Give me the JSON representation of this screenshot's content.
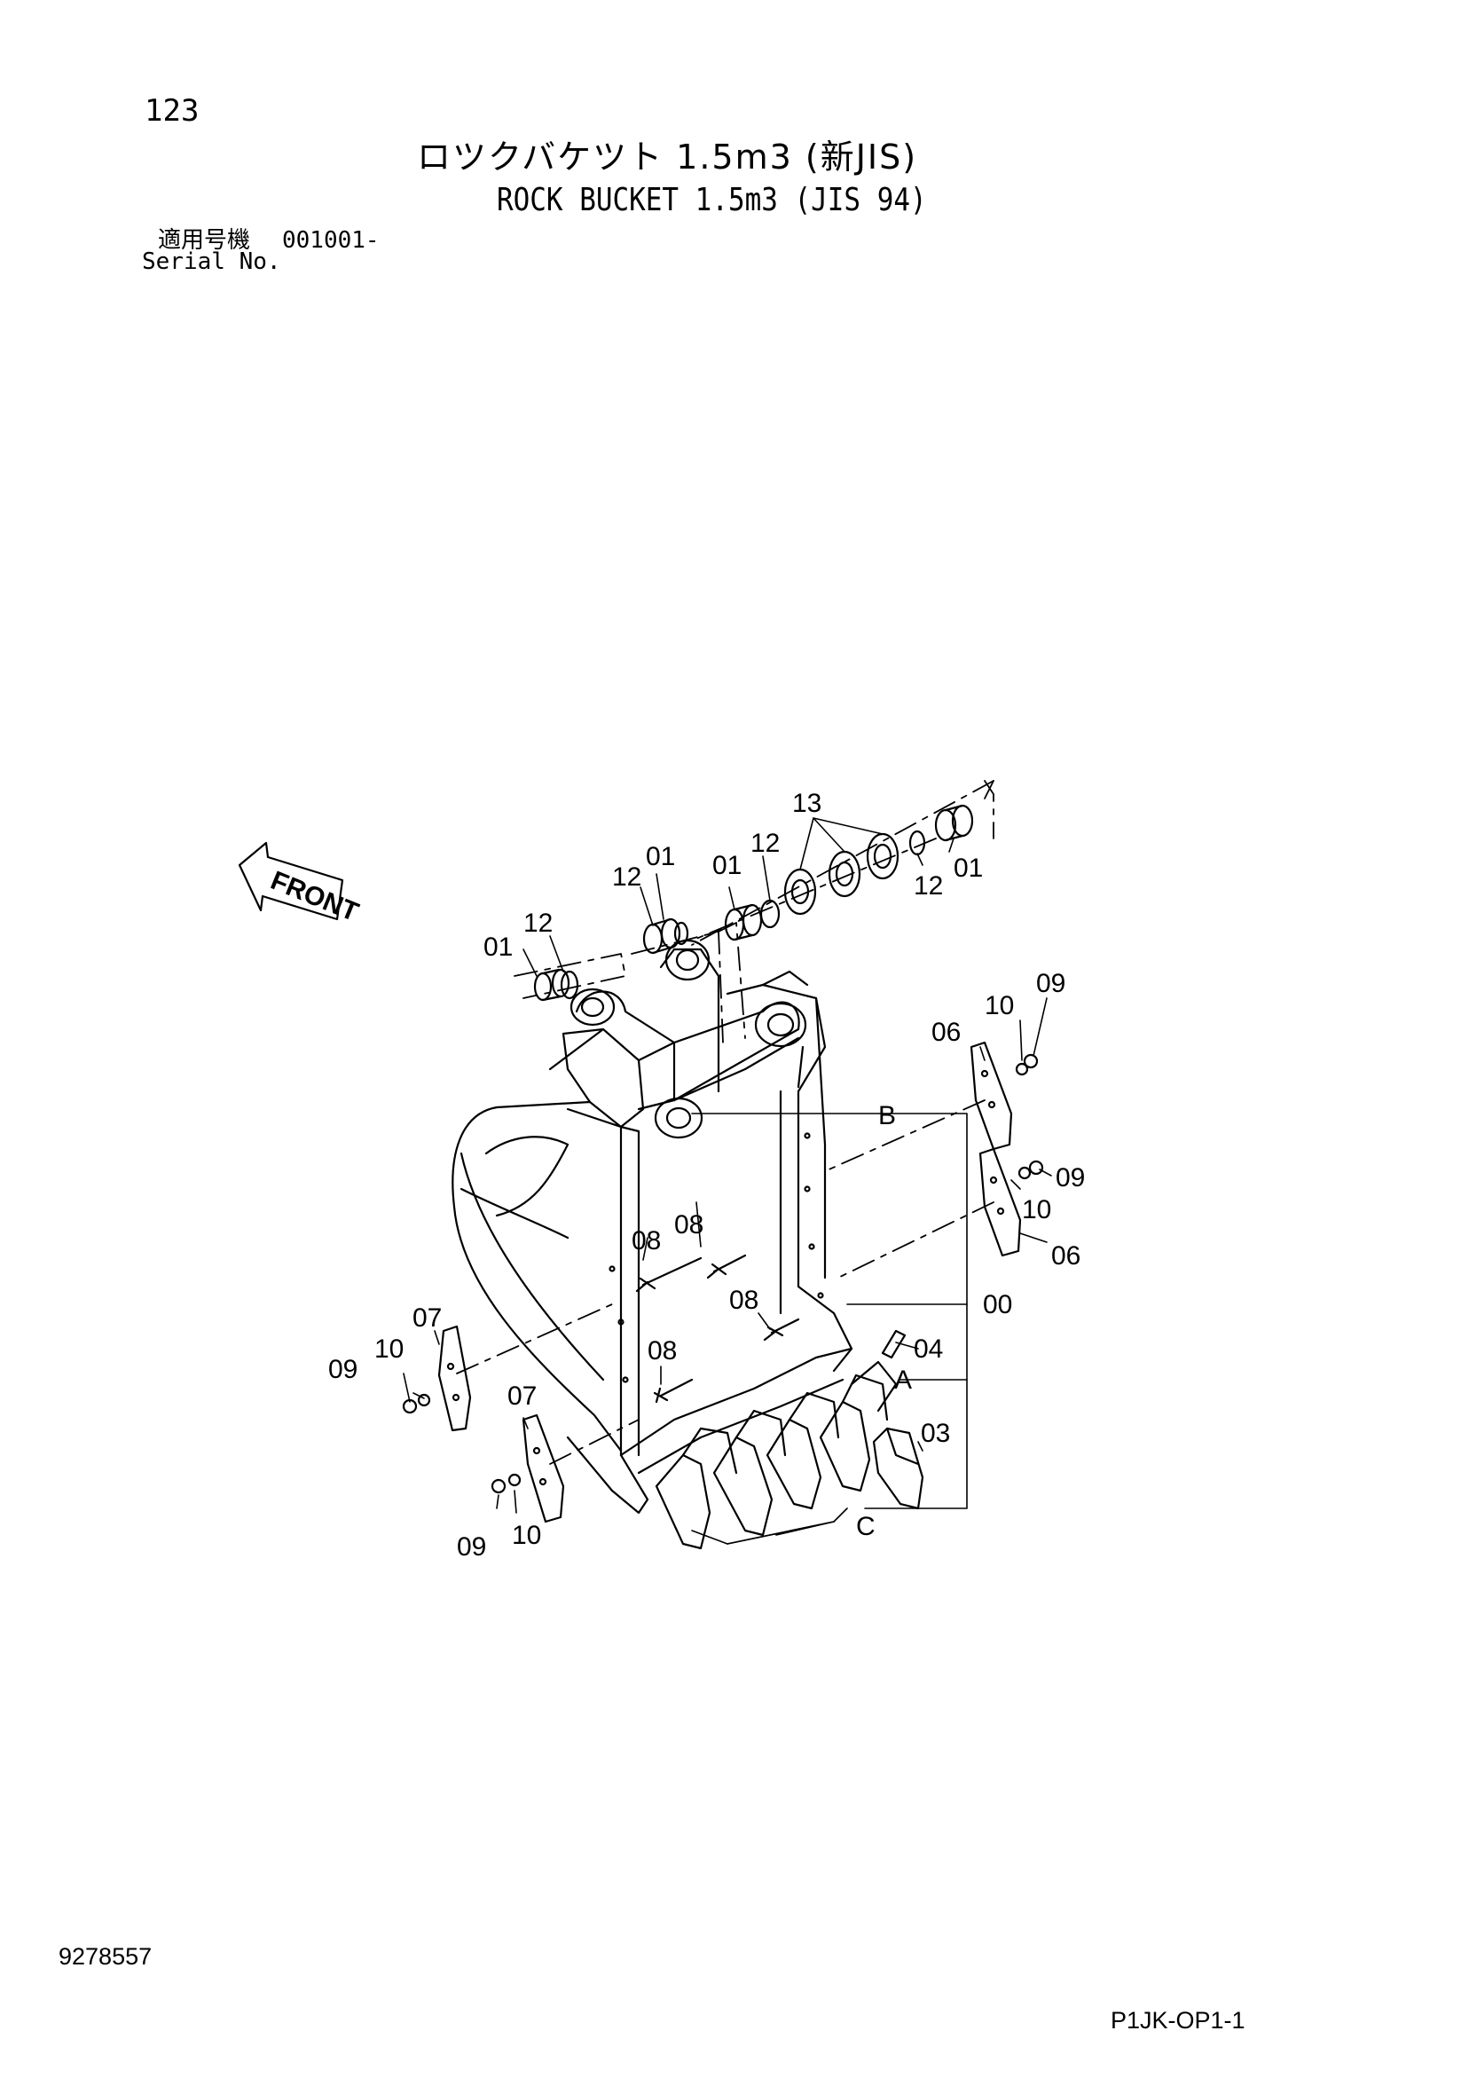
{
  "header": {
    "page_number": "123",
    "title_ja": "ロツクバケツト 1.5m3 (新JIS)",
    "title_en": "ROCK BUCKET 1.5m3 (JIS 94)",
    "serial_label_ja": "適用号機",
    "serial_value": "001001-",
    "serial_label_en": "Serial No."
  },
  "diagram": {
    "front_label": "FRONT",
    "callouts": [
      {
        "id": "c13",
        "text": "13"
      },
      {
        "id": "c01_top_left",
        "text": "01"
      },
      {
        "id": "c12_top_left",
        "text": "12"
      },
      {
        "id": "c01_mid",
        "text": "01"
      },
      {
        "id": "c12_mid",
        "text": "12"
      },
      {
        "id": "c12_right",
        "text": "12"
      },
      {
        "id": "c01_right",
        "text": "01"
      },
      {
        "id": "c01_left",
        "text": "01"
      },
      {
        "id": "c12_left",
        "text": "12"
      },
      {
        "id": "c10_top",
        "text": "10"
      },
      {
        "id": "c09_top",
        "text": "09"
      },
      {
        "id": "c06_top",
        "text": "06"
      },
      {
        "id": "cB",
        "text": "B"
      },
      {
        "id": "c09_mid",
        "text": "09"
      },
      {
        "id": "c10_mid",
        "text": "10"
      },
      {
        "id": "c06_mid",
        "text": "06"
      },
      {
        "id": "c08_a",
        "text": "08"
      },
      {
        "id": "c08_b",
        "text": "08"
      },
      {
        "id": "c08_c",
        "text": "08"
      },
      {
        "id": "c08_d",
        "text": "08"
      },
      {
        "id": "c00",
        "text": "00"
      },
      {
        "id": "c04",
        "text": "04"
      },
      {
        "id": "cA",
        "text": "A"
      },
      {
        "id": "c03",
        "text": "03"
      },
      {
        "id": "cC",
        "text": "C"
      },
      {
        "id": "c07_top",
        "text": "07"
      },
      {
        "id": "c10_left",
        "text": "10"
      },
      {
        "id": "c09_left",
        "text": "09"
      },
      {
        "id": "c07_bottom",
        "text": "07"
      },
      {
        "id": "c09_bottom",
        "text": "09"
      },
      {
        "id": "c10_bottom",
        "text": "10"
      }
    ]
  },
  "footer": {
    "doc_number": "9278557",
    "page_code": "P1JK-OP1-1"
  }
}
